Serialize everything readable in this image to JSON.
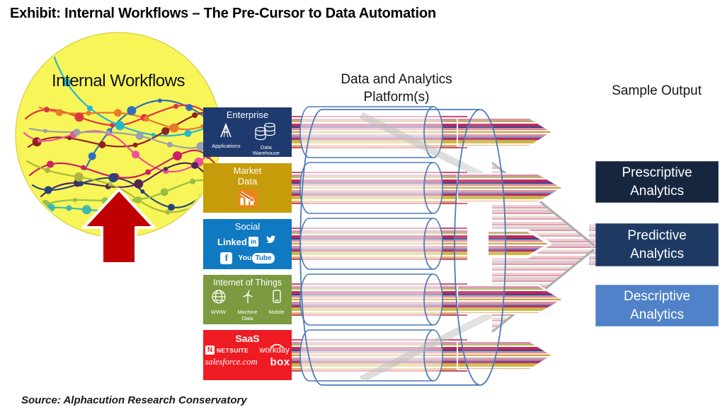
{
  "title": "Exhibit: Internal Workflows – The Pre-Cursor to Data Automation",
  "source_note": "Source: Alphacution Research Conservatory",
  "bubble": {
    "label": "Internal Workflows",
    "fill_color": "#f8f558",
    "arrow_color": "#c00000"
  },
  "platform_title": {
    "line1": "Data and Analytics",
    "line2": "Platform(s)"
  },
  "sample_output_title": "Sample Output",
  "output_boxes": [
    {
      "line1": "Prescriptive",
      "line2": "Analytics",
      "color": "#16263f"
    },
    {
      "line1": "Predictive",
      "line2": "Analytics",
      "color": "#1e3a63"
    },
    {
      "line1": "Descriptive",
      "line2": "Analytics",
      "color": "#4f82c8"
    }
  ],
  "sources": [
    {
      "title": "Enterprise",
      "color": "#1e3a6e",
      "items": [
        {
          "icon": "applications-icon",
          "label": "Applications"
        },
        {
          "icon": "data-warehouse-icon",
          "label": "Data Warehouse"
        }
      ]
    },
    {
      "title": "Market Data",
      "color": "#c69c0a",
      "items": [
        {
          "icon": "declining-bar-chart-icon",
          "label": ""
        }
      ]
    },
    {
      "title": "Social",
      "color": "#0f79c2",
      "logos": {
        "linkedin_text": "Linked",
        "linkedin_badge": "in",
        "facebook_letter": "f",
        "youtube_you": "You",
        "youtube_tube": "Tube"
      }
    },
    {
      "title": "Internet of Things",
      "color": "#7c9a40",
      "items": [
        {
          "icon": "www-globe-icon",
          "label": "WWW"
        },
        {
          "icon": "machine-data-turbine-icon",
          "label": "Machine Data"
        },
        {
          "icon": "mobile-phone-icon",
          "label": "Mobile"
        }
      ]
    },
    {
      "title": "SaaS",
      "color": "#ee1b23",
      "logos": {
        "netsuite_n": "N",
        "netsuite": "NETSUITE",
        "workday": "workday",
        "salesforce": "salesforce.com",
        "box": "box"
      }
    }
  ]
}
